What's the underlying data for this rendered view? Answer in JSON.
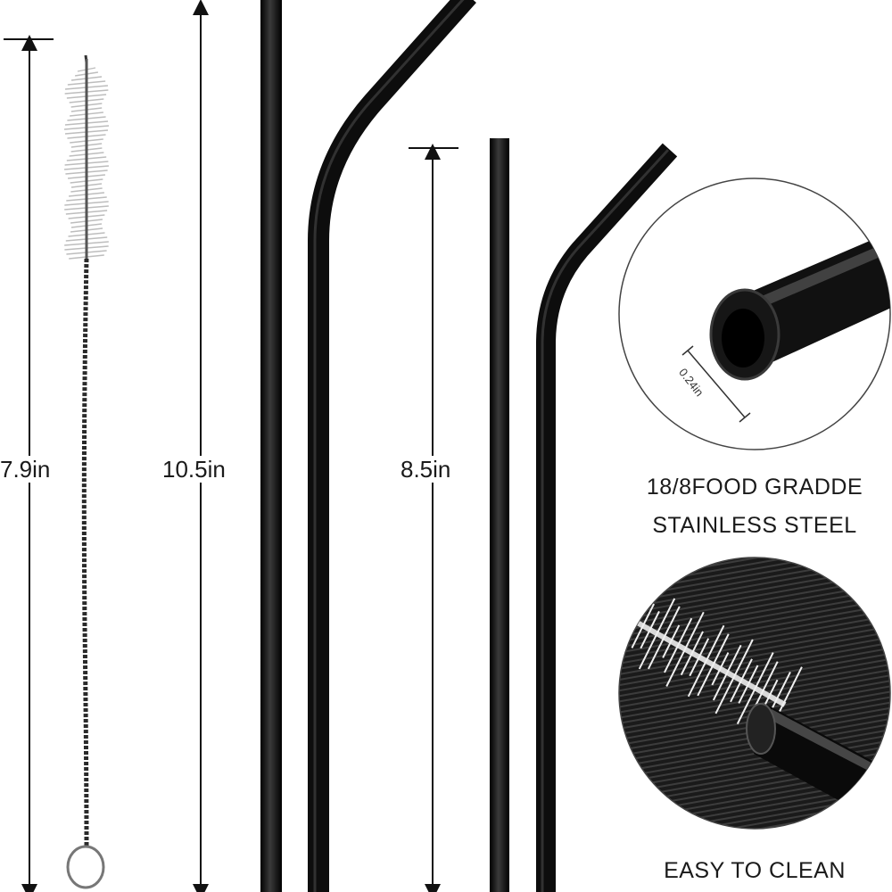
{
  "measurements": {
    "brush_length": "7.9in",
    "bent_long_length": "10.5in",
    "short_length": "8.5in",
    "diameter": "0.24in"
  },
  "captions": {
    "material_line1": "18/8FOOD GRADDE",
    "material_line2": "STAINLESS STEEL",
    "cleaning": "EASY TO CLEAN"
  },
  "colors": {
    "straw": "#0d0d0d",
    "background": "#ffffff",
    "text": "#1a1a1a"
  }
}
